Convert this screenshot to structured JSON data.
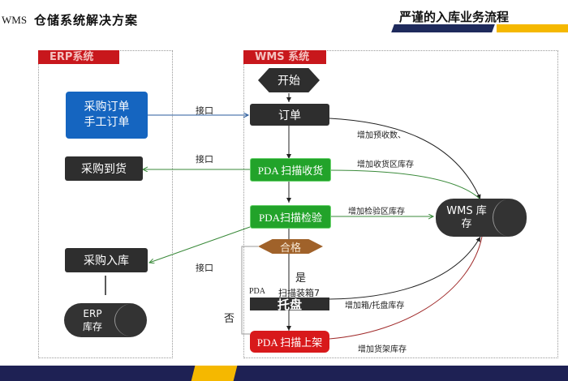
{
  "header": {
    "left_tag": "WMS",
    "title": "仓储系统解决方案",
    "subtitle": "严谨的入库业务流程",
    "colors": {
      "navy": "#1e2a5c",
      "yellow": "#f5b800",
      "red_label": "#c8171c"
    }
  },
  "zones": {
    "erp": {
      "label": "ERP系统"
    },
    "wms": {
      "label": "WMS 系统"
    }
  },
  "erp_nodes": {
    "purchase_order_line1": "采购订单",
    "purchase_order_line2": "手工订单",
    "purchase_arrival": "采购到货",
    "purchase_inbound": "采购入库",
    "erp_stock_line1": "ERP",
    "erp_stock_line2": "库存"
  },
  "wms_nodes": {
    "start": "开始",
    "order": "订单",
    "pda_receive": "PDA 扫描收货",
    "pda_inspect": "PDA扫描检验",
    "qualified": "合格",
    "yes": "是",
    "no": "否",
    "pda_pack_prefix": "PDA",
    "pack_label": "扫描装箱7",
    "pallet": "托盘",
    "pda_shelve": "PDA 扫描上架",
    "wms_stock_line1": "WMS 库",
    "wms_stock_line2": "存"
  },
  "interface_labels": [
    "接口",
    "接口",
    "接口"
  ],
  "stock_labels": {
    "pre_receive": "增加预收数、",
    "receive_area": "增加收货区库存",
    "inspect_area": "增加检验区库存",
    "box_pallet": "增加箱/托盘库存",
    "shelf": "增加货架库存"
  }
}
